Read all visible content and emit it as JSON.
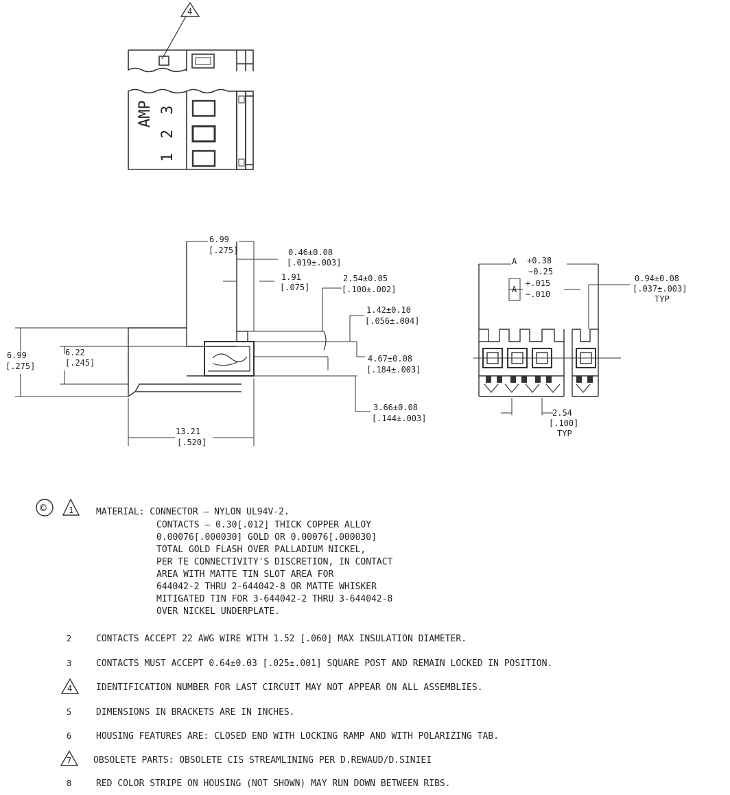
{
  "top_view": {
    "callout": "4",
    "housing_marking": "AMP",
    "positions": [
      "1",
      "2",
      "3"
    ]
  },
  "side_view": {
    "height_overall": {
      "mm": "6.99",
      "in": "[.275]"
    },
    "height_body": {
      "mm": "6.22",
      "in": "[.245]"
    },
    "length_overall": {
      "mm": "13.21",
      "in": "[.520]"
    },
    "top_width": {
      "mm": "6.99",
      "in": "[.275]"
    },
    "offset": {
      "mm": "1.91",
      "in": "[.075]"
    },
    "contact_thickness": {
      "mm": "0.46±0.08",
      "in": "[.019±.003]"
    },
    "pitch_ref": {
      "mm": "2.54±0.05",
      "in": "[.100±.002]"
    },
    "opening_a": {
      "mm": "1.42±0.10",
      "in": "[.056±.004]"
    },
    "opening_b": {
      "mm": "4.67±0.08",
      "in": "[.184±.003]"
    },
    "opening_c": {
      "mm": "3.66±0.08",
      "in": "[.144±.003]"
    }
  },
  "end_view": {
    "tol_label": "A",
    "tol_mm_plus": "+0.38",
    "tol_mm_minus": "−0.25",
    "tol_in_plus": "+.015",
    "tol_in_minus": "−.010",
    "post": {
      "mm": "0.94±0.08",
      "in": "[.037±.003]",
      "typ": "TYP"
    },
    "pitch": {
      "mm": "2.54",
      "in": "[.100]",
      "typ": "TYP"
    }
  },
  "notes": {
    "copyright": "©",
    "n1_num": "1",
    "n1_lines": [
      "MATERIAL: CONNECTOR – NYLON UL94V-2.",
      "CONTACTS – 0.30[.012] THICK COPPER ALLOY",
      "0.00076[.000030] GOLD OR 0.00076[.000030]",
      "TOTAL GOLD FLASH OVER PALLADIUM NICKEL,",
      "PER TE CONNECTIVITY'S DISCRETION, IN CONTACT",
      "AREA WITH MATTE TIN SLOT AREA FOR",
      "644042-2 THRU 2-644042-8 OR MATTE WHISKER",
      "MITIGATED TIN FOR 3-644042-2 THRU 3-644042-8",
      "OVER NICKEL UNDERPLATE."
    ],
    "items": [
      {
        "num": "2",
        "text": "CONTACTS ACCEPT 22 AWG WIRE WITH 1.52 [.060] MAX INSULATION DIAMETER.",
        "tri": false
      },
      {
        "num": "3",
        "text": "CONTACTS MUST ACCEPT 0.64±0.03 [.025±.001] SQUARE POST AND REMAIN LOCKED IN POSITION.",
        "tri": false
      },
      {
        "num": "4",
        "text": "IDENTIFICATION NUMBER FOR LAST CIRCUIT MAY NOT APPEAR ON ALL ASSEMBLIES.",
        "tri": true
      },
      {
        "num": "5",
        "text": "DIMENSIONS IN BRACKETS ARE IN INCHES.",
        "tri": false
      },
      {
        "num": "6",
        "text": "HOUSING FEATURES ARE:  CLOSED END WITH LOCKING RAMP AND WITH POLARIZING TAB.",
        "tri": false
      },
      {
        "num": "7",
        "text": "OBSOLETE PARTS: OBSOLETE CIS STREAMLINING PER D.REWAUD/D.SINIEI",
        "tri": true
      },
      {
        "num": "8",
        "text": "RED COLOR STRIPE ON HOUSING (NOT SHOWN) MAY RUN DOWN BETWEEN RIBS.",
        "tri": false
      }
    ]
  }
}
